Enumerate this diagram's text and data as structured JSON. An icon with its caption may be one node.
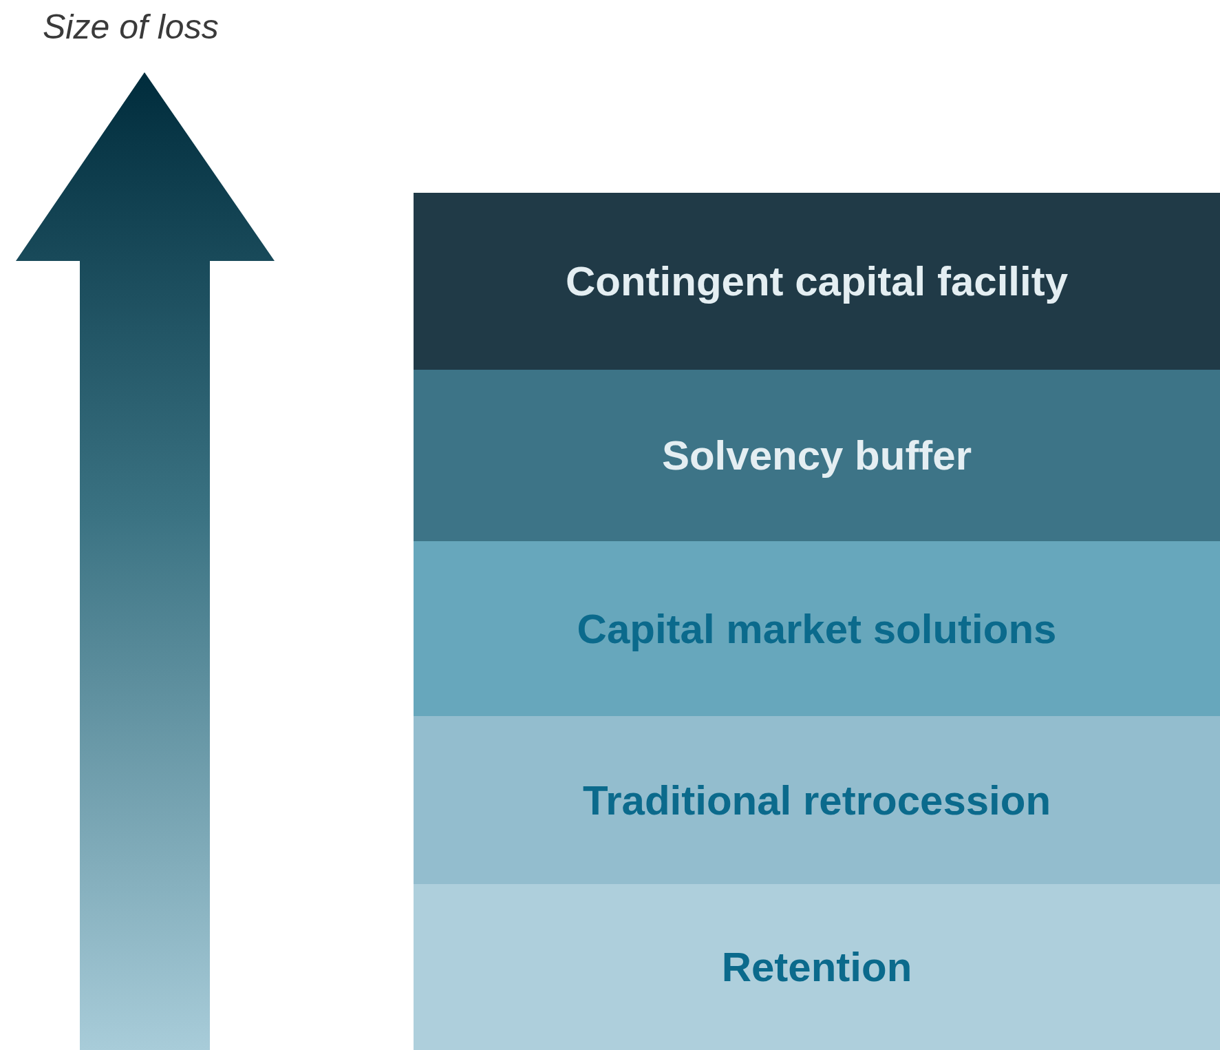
{
  "diagram": {
    "nodes": [
      {
        "text": [
          "Contingent capital facility"
        ]
      },
      {
        "text": [
          "Solvency buffer"
        ]
      },
      {
        "text": [
          "Capital market solutions"
        ]
      },
      {
        "text": [
          "Traditional retrocession"
        ]
      },
      {
        "text": [
          "Retention"
        ]
      }
    ],
    "labels": [
      "Size of loss"
    ]
  }
}
